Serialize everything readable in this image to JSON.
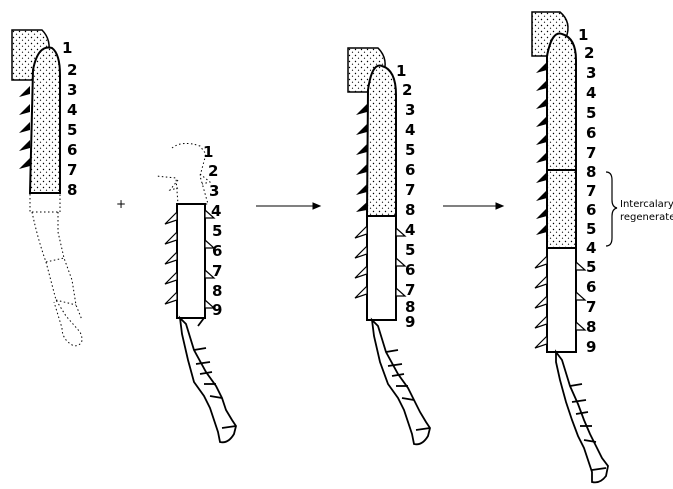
{
  "panels": [
    {
      "id": "A",
      "labels": [
        "1",
        "2",
        "3",
        "4",
        "5",
        "6",
        "7",
        "8"
      ]
    },
    {
      "id": "B",
      "labels": [
        "1",
        "2",
        "3",
        "4",
        "5",
        "6",
        "7",
        "8",
        "9"
      ]
    },
    {
      "id": "C",
      "labels": [
        "1",
        "2",
        "3",
        "4",
        "5",
        "6",
        "7",
        "8",
        "4",
        "5",
        "6",
        "7",
        "8",
        "9"
      ]
    },
    {
      "id": "D",
      "labels": [
        "1",
        "2",
        "3",
        "4",
        "5",
        "6",
        "7",
        "8",
        "7",
        "6",
        "5",
        "4",
        "5",
        "6",
        "7",
        "8",
        "9"
      ]
    }
  ],
  "operator": "+",
  "annotation": {
    "line1": "Intercalary",
    "line2": "regenerate"
  },
  "colors": {
    "ink": "#000000",
    "paper": "#ffffff"
  }
}
